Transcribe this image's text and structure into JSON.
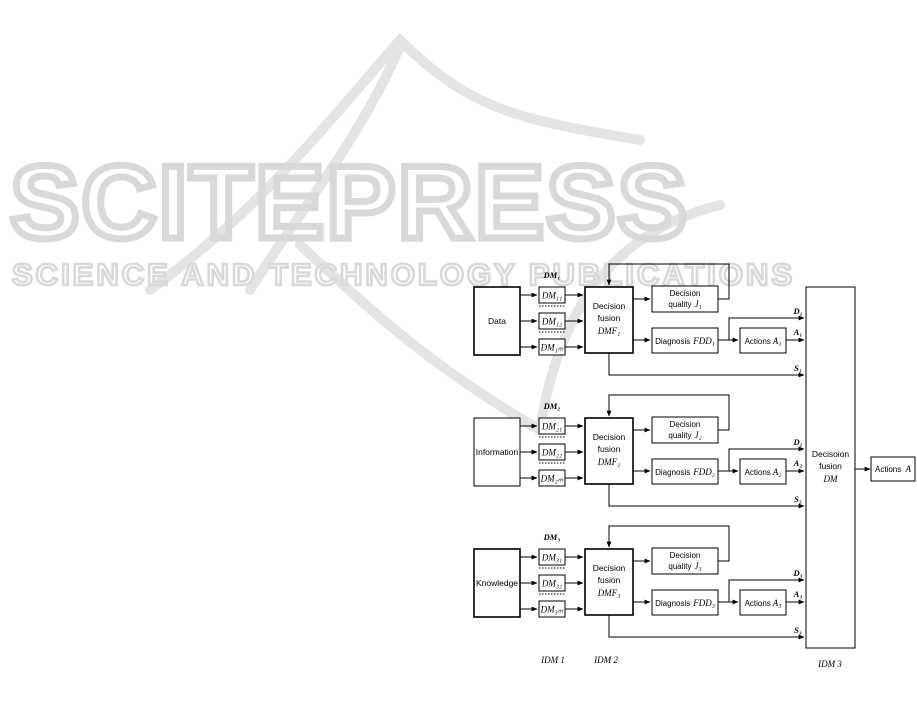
{
  "watermark": {
    "line1": "SCITEPRESS",
    "line2": "SCIENCE AND TECHNOLOGY PUBLICATIONS"
  },
  "rows": [
    {
      "source": "Data",
      "dm_head": "DM₁",
      "dm_items": [
        "DM₁₁",
        "DM₁₂",
        "DM₁ₘ"
      ],
      "fusion_line1": "Decision",
      "fusion_line2": "fusion",
      "fusion_id": "DMF₁",
      "quality_line1": "Decision",
      "quality_line2": "quality",
      "quality_id": "J₁",
      "diagnosis": "Diagnosis",
      "diagnosis_id": "FDD₁",
      "actions": "Actions",
      "actions_id": "A₁",
      "d_label": "D₁",
      "a_label": "A₁",
      "s_label": "S₁"
    },
    {
      "source": "Information",
      "dm_head": "DM₂",
      "dm_items": [
        "DM₂₁",
        "DM₂₂",
        "DM₂ₘ"
      ],
      "fusion_line1": "Decision",
      "fusion_line2": "fusion",
      "fusion_id": "DMF₂",
      "quality_line1": "Decision",
      "quality_line2": "quality",
      "quality_id": "J₂",
      "diagnosis": "Diagnosis",
      "diagnosis_id": "FDD₂",
      "actions": "Actions",
      "actions_id": "A₂",
      "d_label": "D₂",
      "a_label": "A₂",
      "s_label": "S₂"
    },
    {
      "source": "Knowledge",
      "dm_head": "DM₃",
      "dm_items": [
        "DM₃₁",
        "DM₃₂",
        "DM₃ₘ"
      ],
      "fusion_line1": "Decision",
      "fusion_line2": "fusion",
      "fusion_id": "DMF₃",
      "quality_line1": "Decision",
      "quality_line2": "quality",
      "quality_id": "J₃",
      "diagnosis": "Diagnosis",
      "diagnosis_id": "FDD₃",
      "actions": "Actions",
      "actions_id": "A₃",
      "d_label": "D₃",
      "a_label": "A₃",
      "s_label": "S₃"
    }
  ],
  "final_fusion": {
    "line1": "Decisoion",
    "line2": "fusion",
    "id": "DM"
  },
  "final_actions": {
    "label": "Actions",
    "id": "A"
  },
  "levels": {
    "idm1": "IDM 1",
    "idm2": "IDM 2",
    "idm3": "IDM 3"
  }
}
